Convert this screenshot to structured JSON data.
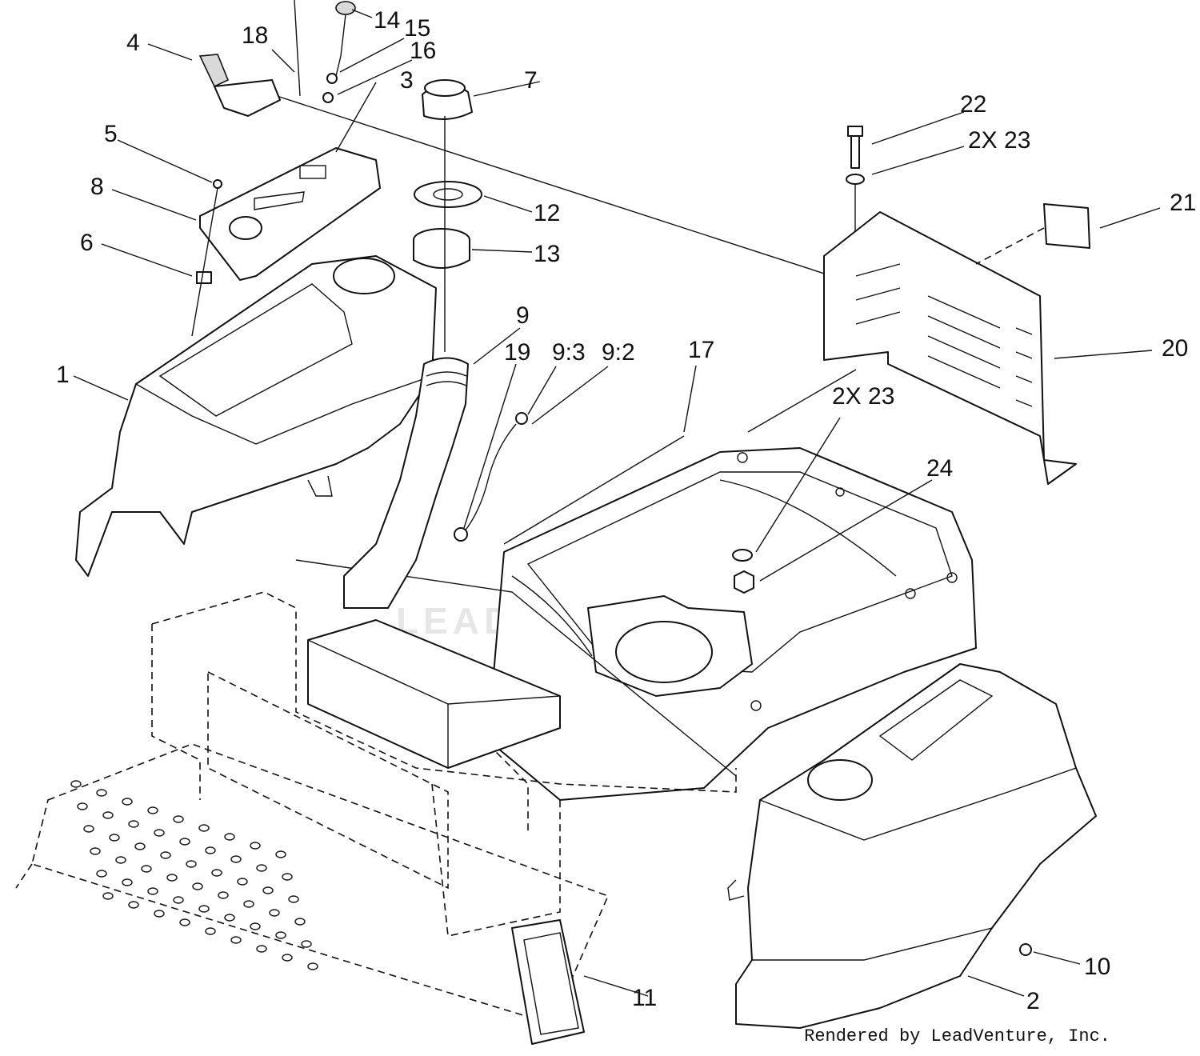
{
  "diagram": {
    "callouts": [
      {
        "id": "c1",
        "text": "1"
      },
      {
        "id": "c2",
        "text": "2"
      },
      {
        "id": "c3",
        "text": "3"
      },
      {
        "id": "c4",
        "text": "4"
      },
      {
        "id": "c5",
        "text": "5"
      },
      {
        "id": "c6",
        "text": "6"
      },
      {
        "id": "c7",
        "text": "7"
      },
      {
        "id": "c8",
        "text": "8"
      },
      {
        "id": "c9",
        "text": "9"
      },
      {
        "id": "c9-3",
        "text": "9:3"
      },
      {
        "id": "c9-2",
        "text": "9:2"
      },
      {
        "id": "c10",
        "text": "10"
      },
      {
        "id": "c11",
        "text": "11"
      },
      {
        "id": "c12",
        "text": "12"
      },
      {
        "id": "c13",
        "text": "13"
      },
      {
        "id": "c14",
        "text": "14"
      },
      {
        "id": "c15",
        "text": "15"
      },
      {
        "id": "c16",
        "text": "16"
      },
      {
        "id": "c17",
        "text": "17"
      },
      {
        "id": "c18",
        "text": "18"
      },
      {
        "id": "c19",
        "text": "19"
      },
      {
        "id": "c20",
        "text": "20"
      },
      {
        "id": "c21",
        "text": "21"
      },
      {
        "id": "c22",
        "text": "22"
      },
      {
        "id": "c23a",
        "text": "2X 23"
      },
      {
        "id": "c23b",
        "text": "2X 23"
      },
      {
        "id": "c24",
        "text": "24"
      }
    ],
    "watermark": "LEADVENTURE",
    "credit": "Rendered by LeadVenture, Inc."
  }
}
